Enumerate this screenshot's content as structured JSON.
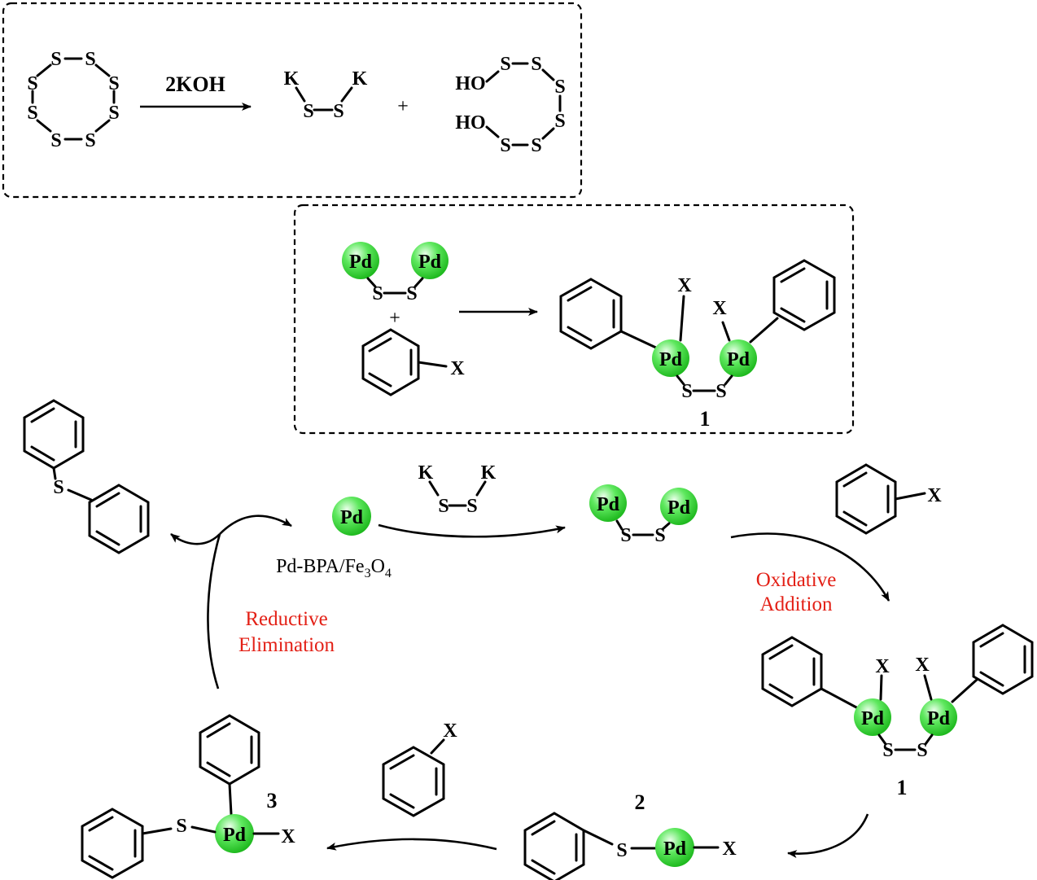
{
  "top_box": {
    "reagent": "2KOH",
    "plus": "+",
    "s8_atom": "S",
    "potassium": "K",
    "sulfur": "S",
    "hydroxyl": "HO"
  },
  "mid_box": {
    "pd": "Pd",
    "s": "S",
    "x": "X",
    "plus": "+",
    "product_number": "1"
  },
  "cycle": {
    "catalyst_label": "Pd-BPA/Fe",
    "catalyst_sub1": "3",
    "catalyst_o": "O",
    "catalyst_sub2": "4",
    "pd": "Pd",
    "s": "S",
    "k": "K",
    "x": "X",
    "oxidative_addition_line1": "Oxidative",
    "oxidative_addition_line2": "Addition",
    "reductive_elimination_line1": "Reductive",
    "reductive_elimination_line2": "Elimination",
    "intermediate_1": "1",
    "intermediate_2": "2",
    "intermediate_3": "3"
  },
  "colors": {
    "pd_sphere": "#2fd22f",
    "step_label": "#e32016"
  }
}
